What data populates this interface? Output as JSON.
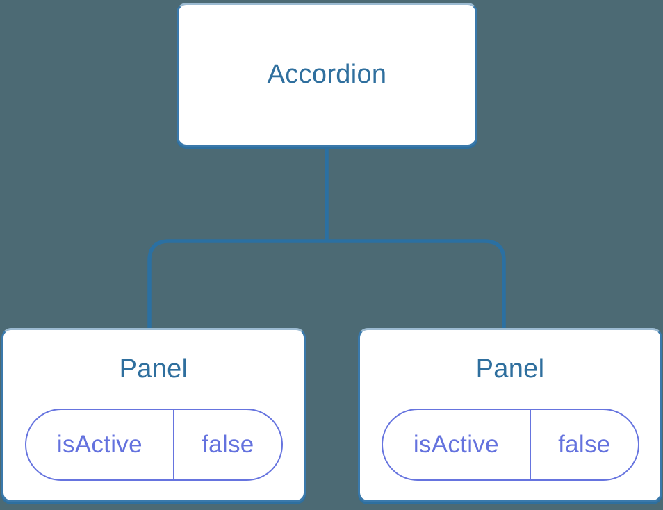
{
  "diagram": {
    "type": "component-tree",
    "root": {
      "label": "Accordion"
    },
    "children": [
      {
        "label": "Panel",
        "state": {
          "name": "isActive",
          "value": "false"
        }
      },
      {
        "label": "Panel",
        "state": {
          "name": "isActive",
          "value": "false"
        }
      }
    ]
  },
  "colors": {
    "background": "#4C6A74",
    "box_fill": "#FFFFFF",
    "box_border": "#3A79AB",
    "box_border_top": "#9CBBD2",
    "box_shadow": "#2E6F9E",
    "connector": "#2B70A2",
    "title_text": "#2F6F9E",
    "pill_border": "#6674DF",
    "pill_text": "#6472DE"
  }
}
